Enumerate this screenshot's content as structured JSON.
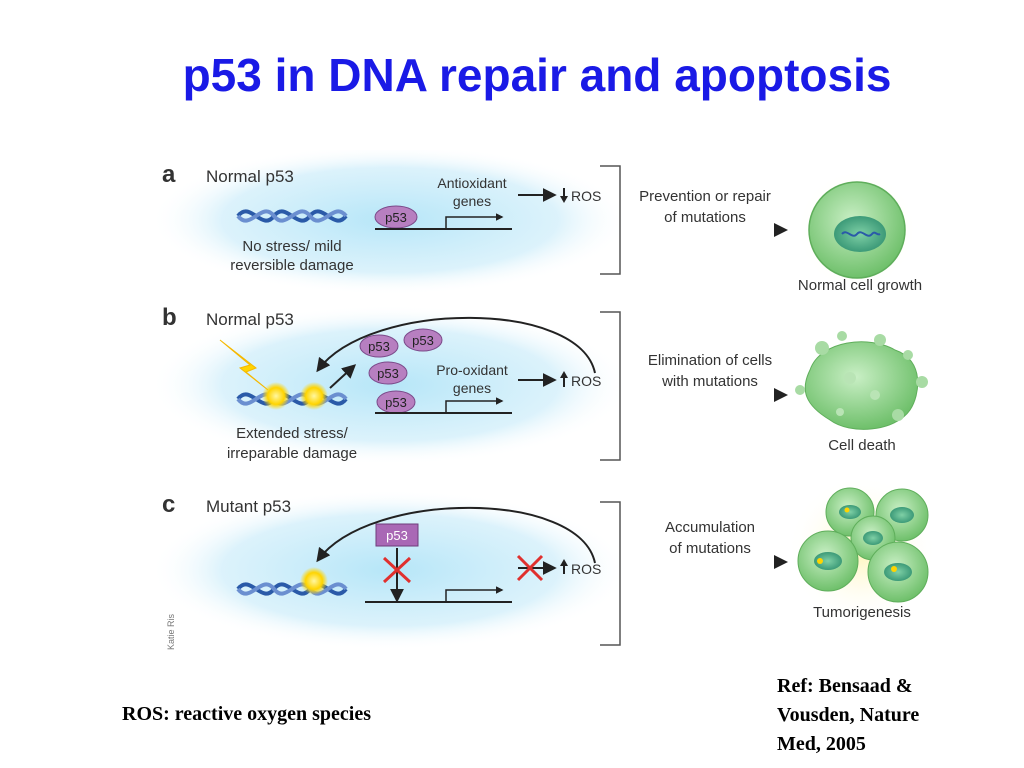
{
  "title": "p53 in DNA repair and apoptosis",
  "panels": [
    {
      "letter": "a",
      "heading": "Normal p53",
      "dna_caption": [
        "No stress/ mild",
        "reversible damage"
      ],
      "proteins": [
        "p53"
      ],
      "genes_label": [
        "Antioxidant",
        "genes"
      ],
      "ros_label": "ROS",
      "ros_direction": "down",
      "outcome_text": [
        "Prevention or repair",
        "of mutations"
      ],
      "cell_label": "Normal cell growth"
    },
    {
      "letter": "b",
      "heading": "Normal p53",
      "dna_caption": [
        "Extended stress/",
        "irreparable damage"
      ],
      "proteins": [
        "p53",
        "p53",
        "p53",
        "p53"
      ],
      "genes_label": [
        "Pro-oxidant",
        "genes"
      ],
      "ros_label": "ROS",
      "ros_direction": "up",
      "outcome_text": [
        "Elimination of cells",
        "with mutations"
      ],
      "cell_label": "Cell death"
    },
    {
      "letter": "c",
      "heading": "Mutant p53",
      "dna_caption": [],
      "proteins": [
        "p53"
      ],
      "genes_label": [],
      "ros_label": "ROS",
      "ros_direction": "up",
      "outcome_text": [
        "Accumulation",
        "of mutations"
      ],
      "cell_label": "Tumorigenesis"
    }
  ],
  "artist_credit": "Katie Ris",
  "ros_definition": "ROS: reactive oxygen species",
  "reference": [
    "Ref: Bensaad &",
    "Vousden, Nature",
    "Med, 2005"
  ],
  "colors": {
    "title": "#1a1ae6",
    "protein_fill": "#b77fc0",
    "mutant_fill": "#a968b5",
    "cell_fill": "#8fd48c",
    "glow": "#9fd9f2",
    "inhibit": "#e0302e"
  }
}
